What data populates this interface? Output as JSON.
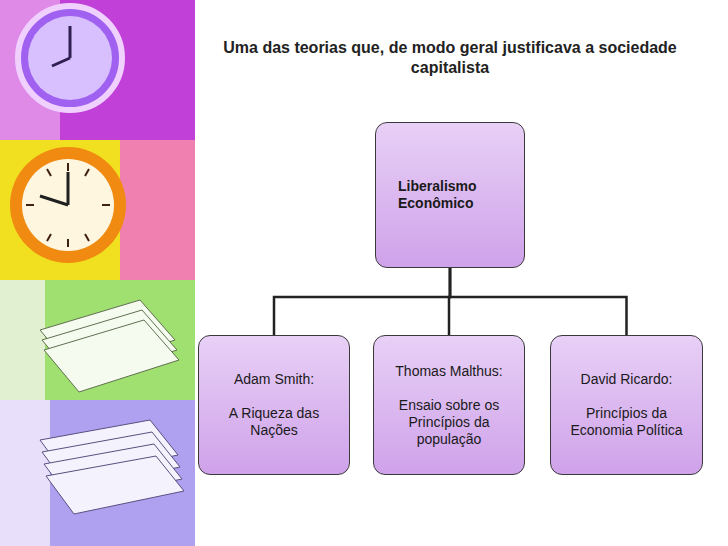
{
  "diagram": {
    "title": "Uma das teorias que, de modo geral justificava a sociedade capitalista",
    "nodes": [
      {
        "text": [
          "Liberalismo Econômico"
        ]
      },
      {
        "text": [
          "Adam Smith:",
          "A Riqueza das Nações"
        ]
      },
      {
        "text": [
          "Thomas Malthus:",
          "Ensaio sobre os Princípios da população"
        ]
      },
      {
        "text": [
          "David Ricardo:",
          "Princípios da Economia Política"
        ]
      }
    ],
    "edges": [
      {
        "from": 0,
        "to": 1,
        "arrow": "none"
      },
      {
        "from": 0,
        "to": 2,
        "arrow": "none"
      },
      {
        "from": 0,
        "to": 3,
        "arrow": "none"
      }
    ]
  }
}
